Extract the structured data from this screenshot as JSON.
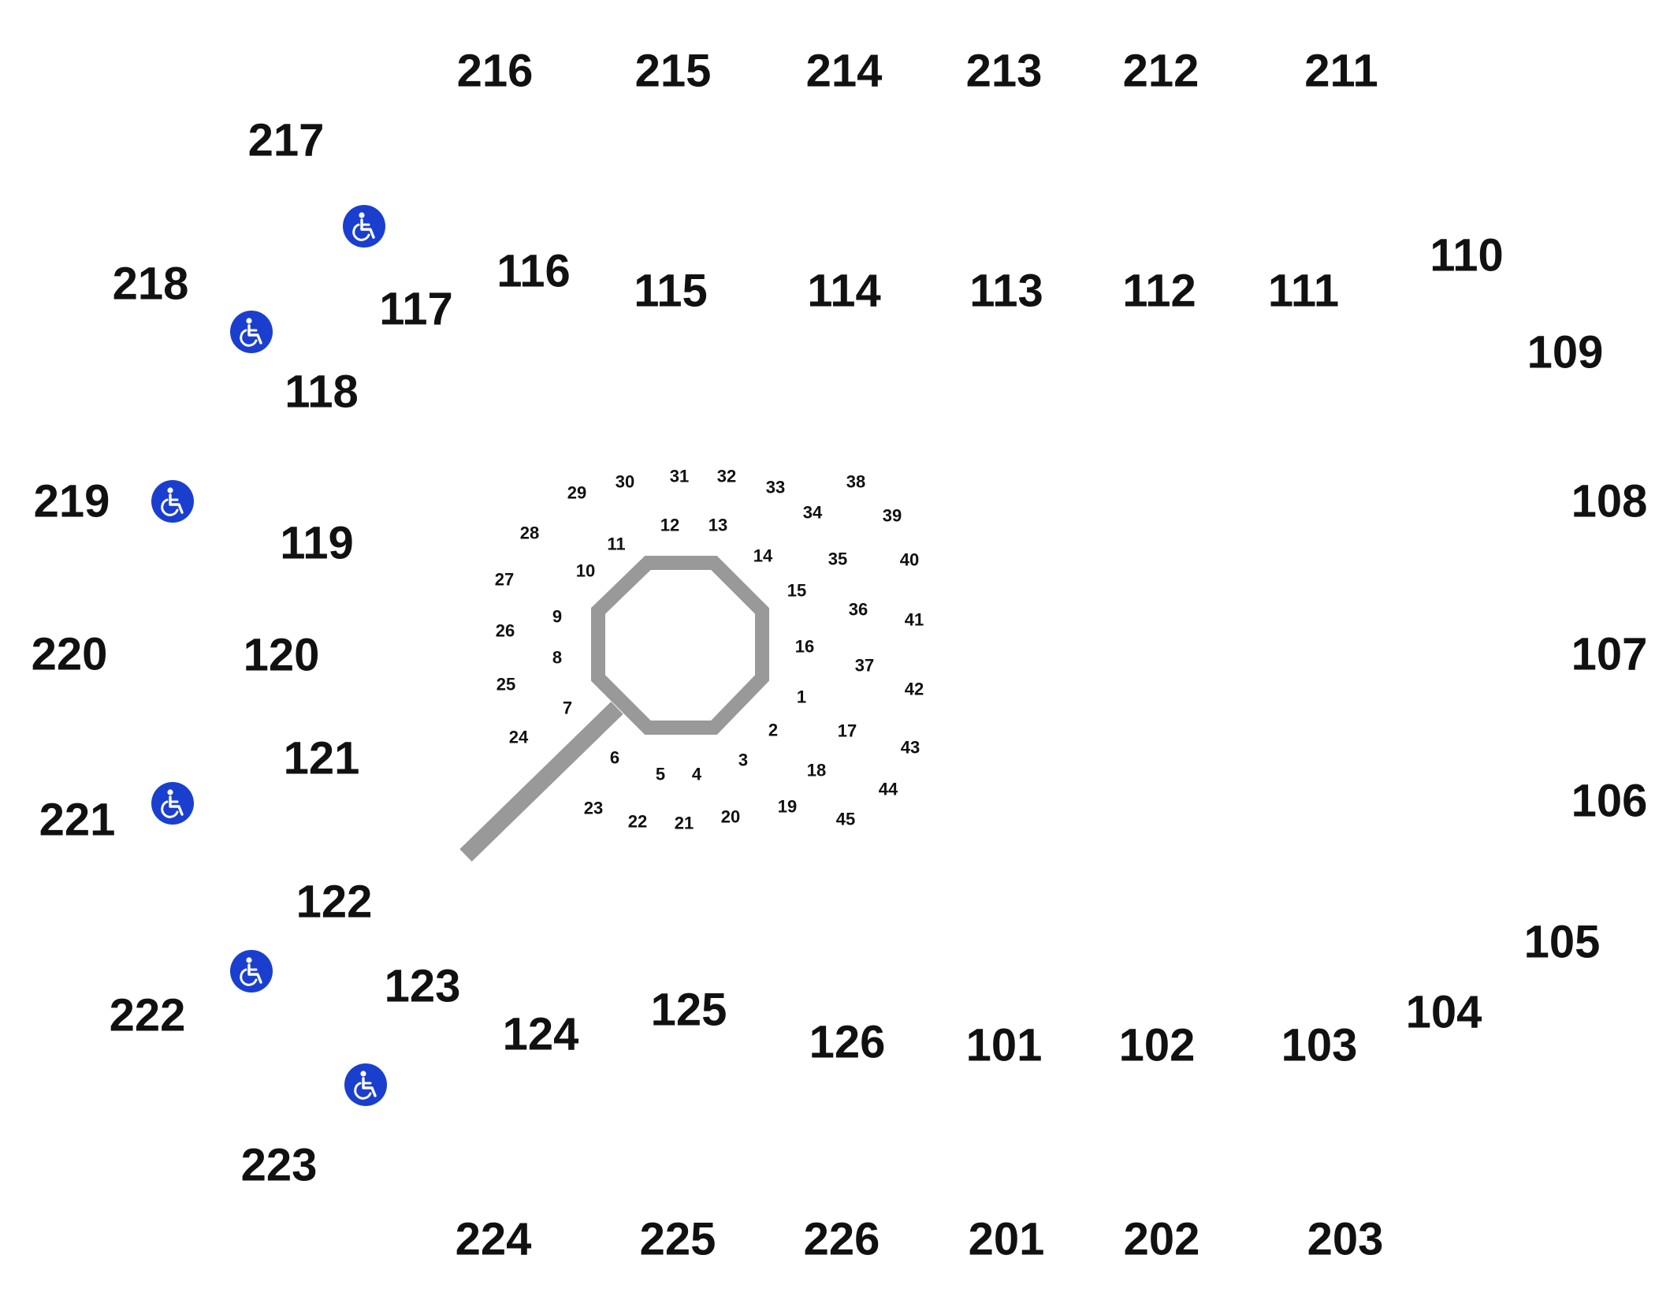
{
  "colors": {
    "background": "#ffffff",
    "section_text": "#111111",
    "stage": "#999999",
    "accessible": "#1a3fcf"
  },
  "stage": {
    "shape": "octagon",
    "icon": "stage-octagon"
  },
  "accessible_icon": "wheelchair-icon",
  "outer_sections": [
    "216",
    "215",
    "214",
    "213",
    "212",
    "211",
    "217",
    "218",
    "219",
    "220",
    "221",
    "222",
    "223",
    "224",
    "225",
    "226",
    "201",
    "202",
    "203"
  ],
  "inner_sections": [
    "116",
    "115",
    "114",
    "113",
    "112",
    "111",
    "110",
    "109",
    "108",
    "107",
    "106",
    "105",
    "104",
    "103",
    "102",
    "101",
    "126",
    "125",
    "124",
    "123",
    "122",
    "121",
    "120",
    "119",
    "118",
    "117"
  ],
  "floor_rows": [
    "1",
    "2",
    "3",
    "4",
    "5",
    "6",
    "7",
    "8",
    "9",
    "10",
    "11",
    "12",
    "13",
    "14",
    "15",
    "16",
    "17",
    "18",
    "19",
    "20",
    "21",
    "22",
    "23",
    "24",
    "25",
    "26",
    "27",
    "28",
    "29",
    "30",
    "31",
    "32",
    "33",
    "34",
    "35",
    "36",
    "37",
    "38",
    "39",
    "40",
    "41",
    "42",
    "43",
    "44",
    "45"
  ],
  "accessible_count": 6
}
